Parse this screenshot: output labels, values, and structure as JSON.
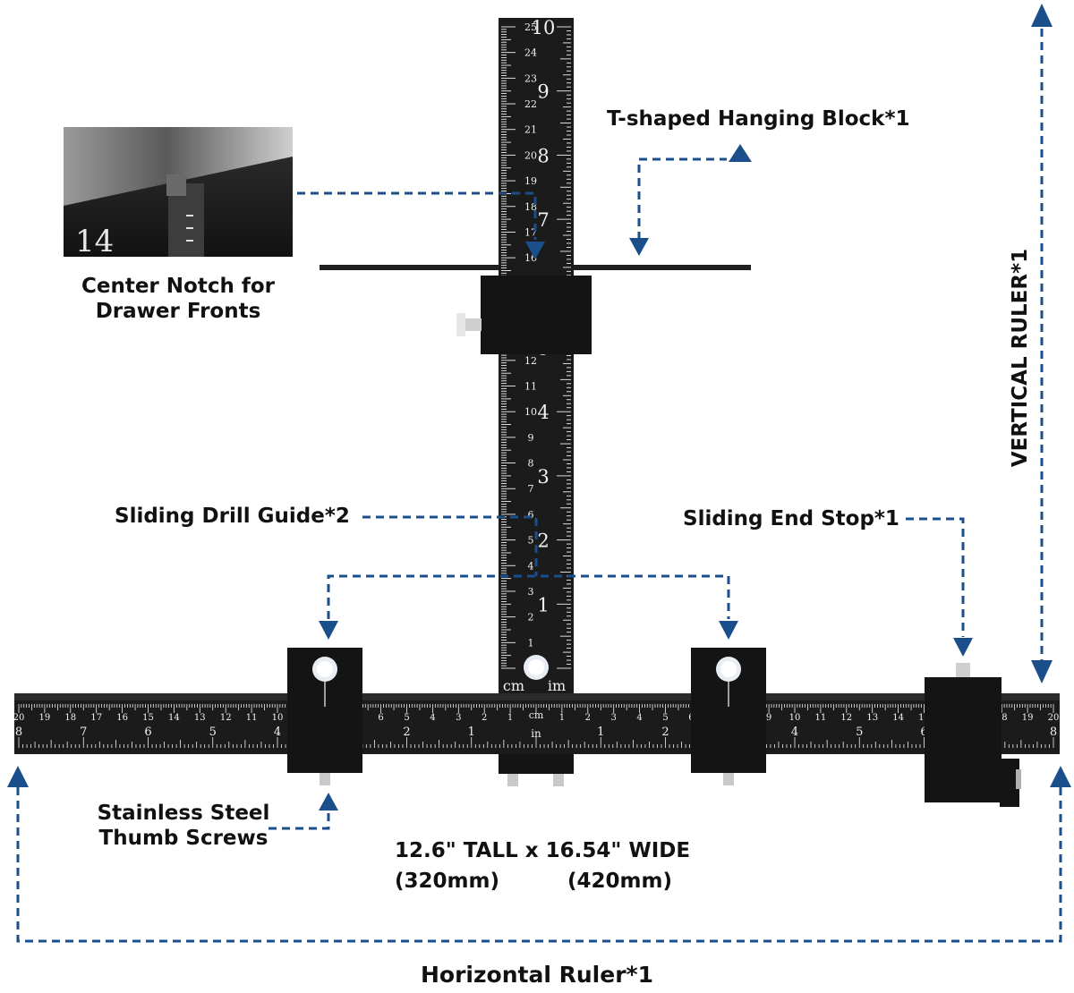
{
  "labels": {
    "t_block": "T-shaped Hanging Block*1",
    "center_notch_line1": "Center Notch for",
    "center_notch_line2": "Drawer Fronts",
    "drill_guide": "Sliding Drill Guide*2",
    "end_stop": "Sliding End Stop*1",
    "vertical_ruler": "VERTICAL RULER*1",
    "thumb_screws_line1": "Stainless Steel",
    "thumb_screws_line2": "Thumb Screws",
    "dimensions": "12.6\" TALL x 16.54\" WIDE",
    "dim_tall_mm": "(320mm)",
    "dim_wide_mm": "(420mm)",
    "horizontal_ruler": "Horizontal Ruler*1"
  },
  "ruler": {
    "unit_cm": "cm",
    "unit_in": "in",
    "unit_im": "im",
    "vertical_cm_max": 25,
    "vertical_in_max": 10,
    "horizontal_cm_each_side": 20,
    "horizontal_in_each_side": 8
  },
  "inset": {
    "number": "14"
  },
  "colors": {
    "accent": "#1a4f8c",
    "ruler_body": "#1b1b1b",
    "ruler_marks": "#f2f2f2",
    "label_text": "#111111"
  }
}
